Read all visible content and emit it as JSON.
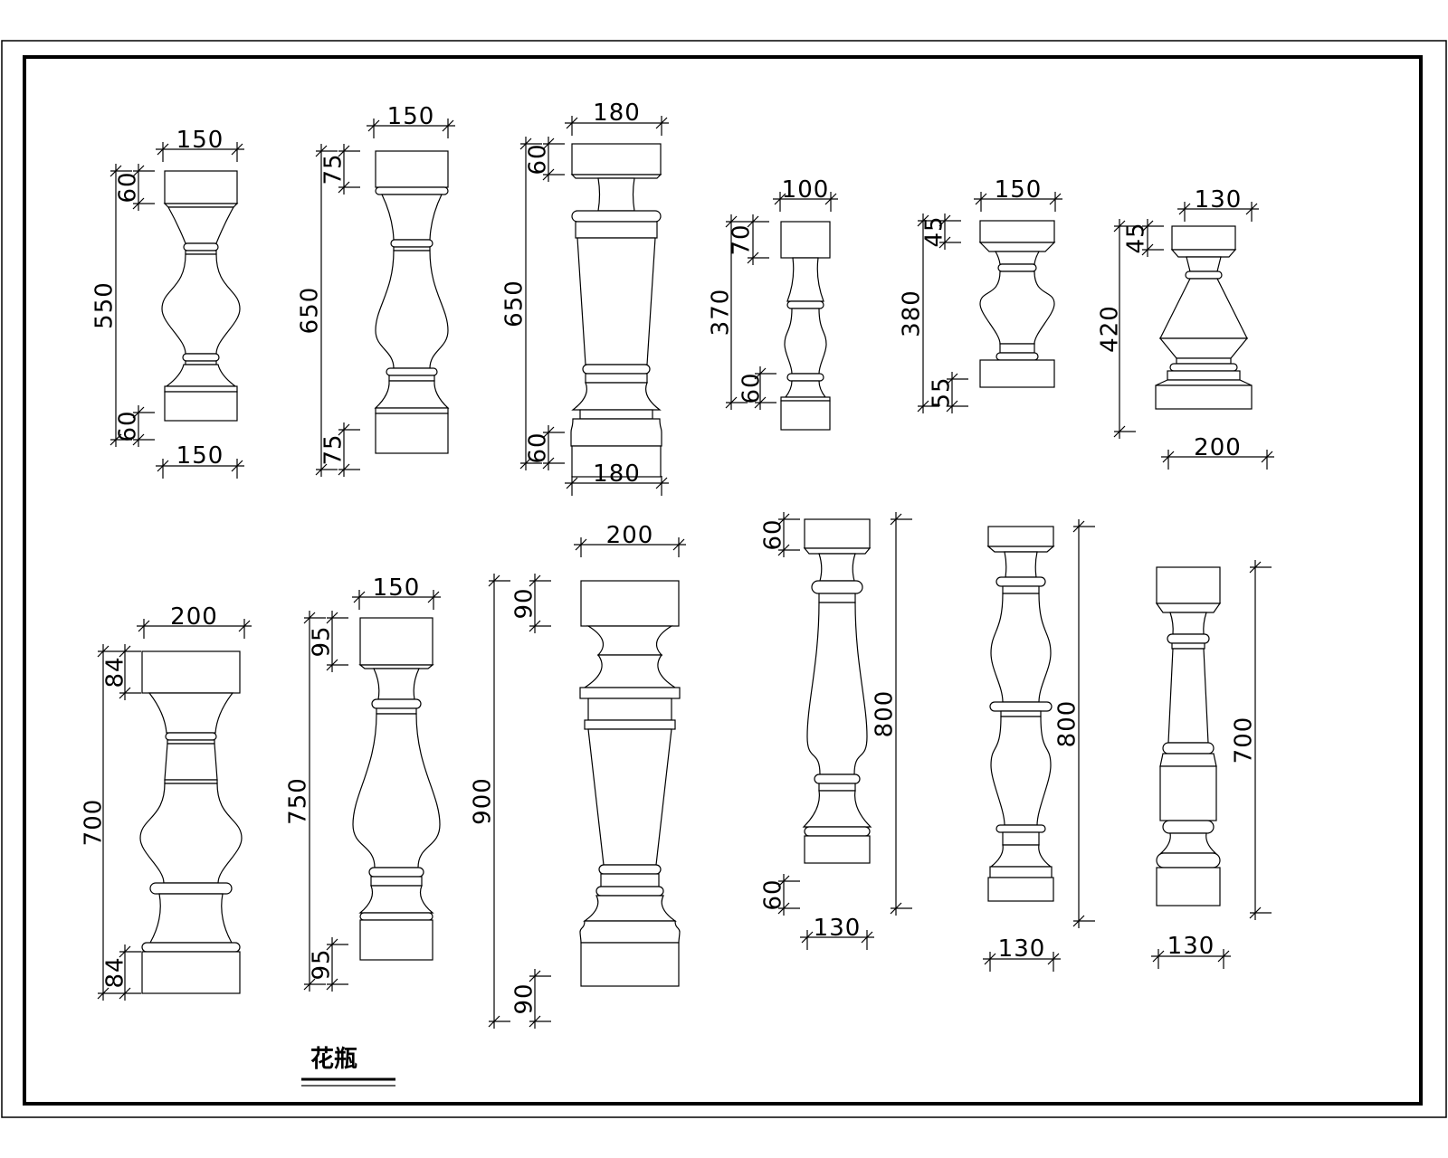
{
  "title": "花瓶",
  "balusters": [
    {
      "id": "b1",
      "top_width": "150",
      "bottom_width": "150",
      "height": "550",
      "top_block": "60",
      "bottom_block": "60"
    },
    {
      "id": "b2",
      "top_width": "150",
      "height": "650",
      "top_block": "75",
      "bottom_block": "75"
    },
    {
      "id": "b3",
      "top_width": "180",
      "bottom_width": "180",
      "height": "650",
      "top_block": "60",
      "bottom_block": "60"
    },
    {
      "id": "b4",
      "top_width": "100",
      "height": "370",
      "top_block": "70",
      "bottom_block": "60"
    },
    {
      "id": "b5",
      "top_width": "150",
      "height": "380",
      "top_block": "45",
      "bottom_block": "55"
    },
    {
      "id": "b6",
      "top_width": "130",
      "bottom_width": "200",
      "height": "420",
      "top_block": "45"
    },
    {
      "id": "b7",
      "top_width": "200",
      "height": "700",
      "top_block": "84",
      "bottom_block": "84"
    },
    {
      "id": "b8",
      "top_width": "150",
      "height": "750",
      "top_block": "95",
      "bottom_block": "95"
    },
    {
      "id": "b9",
      "top_width": "200",
      "height": "900",
      "top_block": "90",
      "bottom_block": "90"
    },
    {
      "id": "b10",
      "bottom_width": "130",
      "height": "800",
      "top_block": "60",
      "bottom_block": "60"
    },
    {
      "id": "b11",
      "bottom_width": "130",
      "height": "800"
    },
    {
      "id": "b12",
      "bottom_width": "130",
      "height": "700"
    }
  ]
}
